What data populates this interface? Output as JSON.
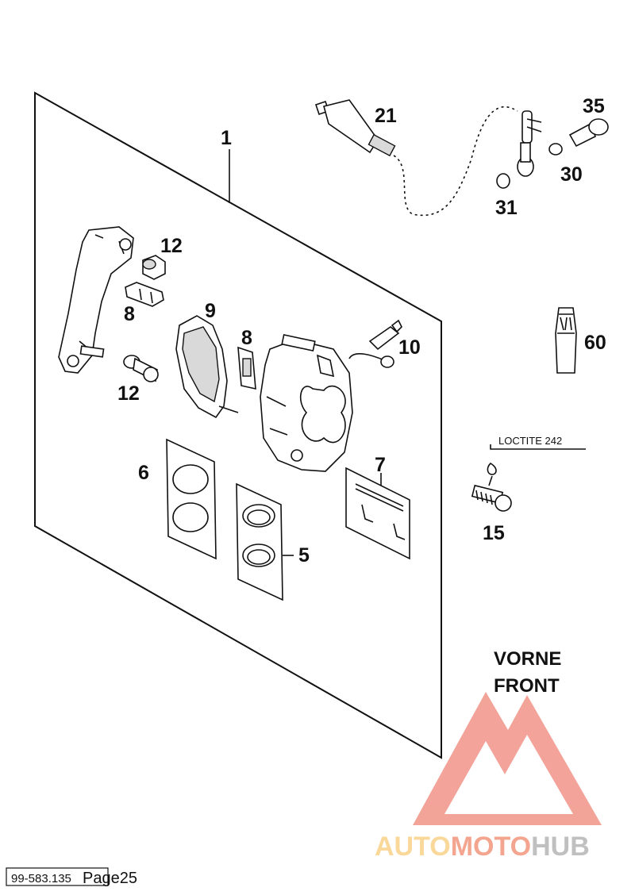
{
  "diagram": {
    "part_labels": {
      "p1": "1",
      "p21": "21",
      "p35": "35",
      "p30": "30",
      "p31": "31",
      "p12a": "12",
      "p8a": "8",
      "p9": "9",
      "p8b": "8",
      "p10": "10",
      "p12b": "12",
      "p60": "60",
      "p6": "6",
      "p7": "7",
      "p5": "5",
      "p15": "15"
    },
    "loctite_note": "LOCTITE 242",
    "direction_de": "VORNE",
    "direction_en": "FRONT"
  },
  "footer": {
    "reference": "99-583.135",
    "page": "Page25"
  },
  "watermark": {
    "brand_part1": "AUTO",
    "brand_part2": "MOTO",
    "brand_part3": "HUB",
    "color_light": "#f9d89a",
    "color_mid": "#f4a58f",
    "color_dark": "#c0c0c0",
    "logo_color": "#f29a8e"
  }
}
